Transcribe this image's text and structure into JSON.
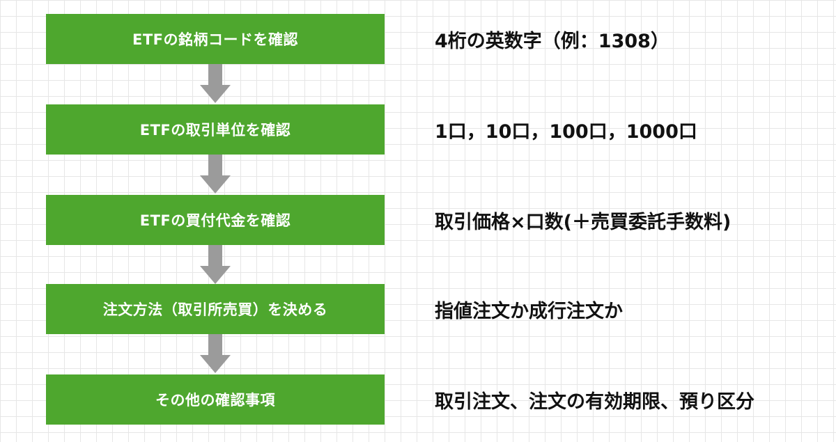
{
  "steps": [
    {
      "label": "ETFの銘柄コードを確認",
      "description": "4桁の英数字（例：1308）"
    },
    {
      "label": "ETFの取引単位を確認",
      "description": "1口，10口，100口，1000口"
    },
    {
      "label": "ETFの買付代金を確認",
      "description": "取引価格×口数(＋売買委託手数料)"
    },
    {
      "label": "注文方法（取引所売買）を決める",
      "description": "指値注文か成行注文か"
    },
    {
      "label": "その他の確認事項",
      "description": "取引注文、注文の有効期限、預り区分"
    }
  ],
  "colors": {
    "step_box": "#4ea72e",
    "step_text": "#ffffff",
    "arrow": "#9b9b9b",
    "description_text": "#111111",
    "grid_line": "#e6e6e6",
    "background": "#ffffff"
  }
}
